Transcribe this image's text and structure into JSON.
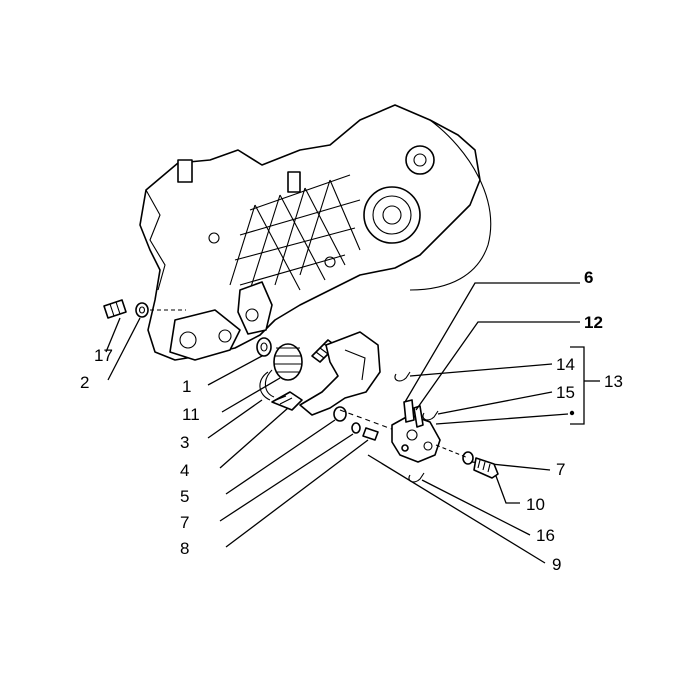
{
  "labels": {
    "l1": "1",
    "l2": "2",
    "l3": "3",
    "l4": "4",
    "l5": "5",
    "l6": "6",
    "l7a": "7",
    "l7b": "7",
    "l8": "8",
    "l9": "9",
    "l10": "10",
    "l11": "11",
    "l12": "12",
    "l13": "13",
    "l14": "14",
    "l15": "15",
    "l16": "16",
    "l17": "17"
  }
}
